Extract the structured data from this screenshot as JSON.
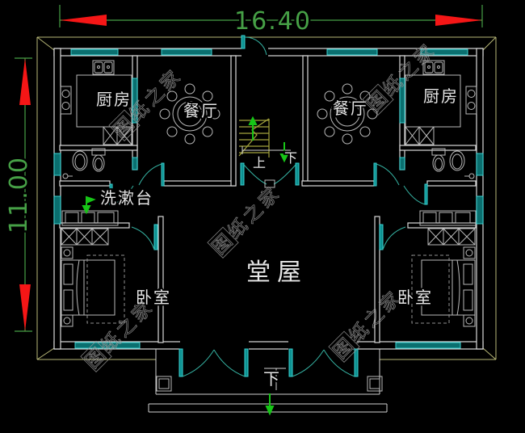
{
  "dimensions": {
    "width": "16.40",
    "height": "11.00"
  },
  "labels": {
    "kitchen_left": "厨房",
    "kitchen_right": "厨房",
    "dining_left": "餐厅",
    "dining_right": "餐厅",
    "washstand": "洗漱台",
    "hall": "堂屋",
    "bedroom_left": "卧室",
    "bedroom_right": "卧室",
    "stair_up": "上",
    "stair_down": "下",
    "entrance_down": "下"
  },
  "watermark": {
    "text": "图纸之家"
  },
  "colors": {
    "background": "#000000",
    "wall": "#d9d9d9",
    "furniture": "#b9b9b9",
    "window_frame": "#3ad2d2",
    "window_fill": "#0a6f6f",
    "dimension": "#46a046",
    "arrow_red": "#f51616",
    "arrow_green": "#17c517",
    "stair": "#a3a33c",
    "roofline": "#b9b978",
    "watermark": "#969696",
    "label": "#e6e6e6",
    "door": "#35b2a2"
  }
}
